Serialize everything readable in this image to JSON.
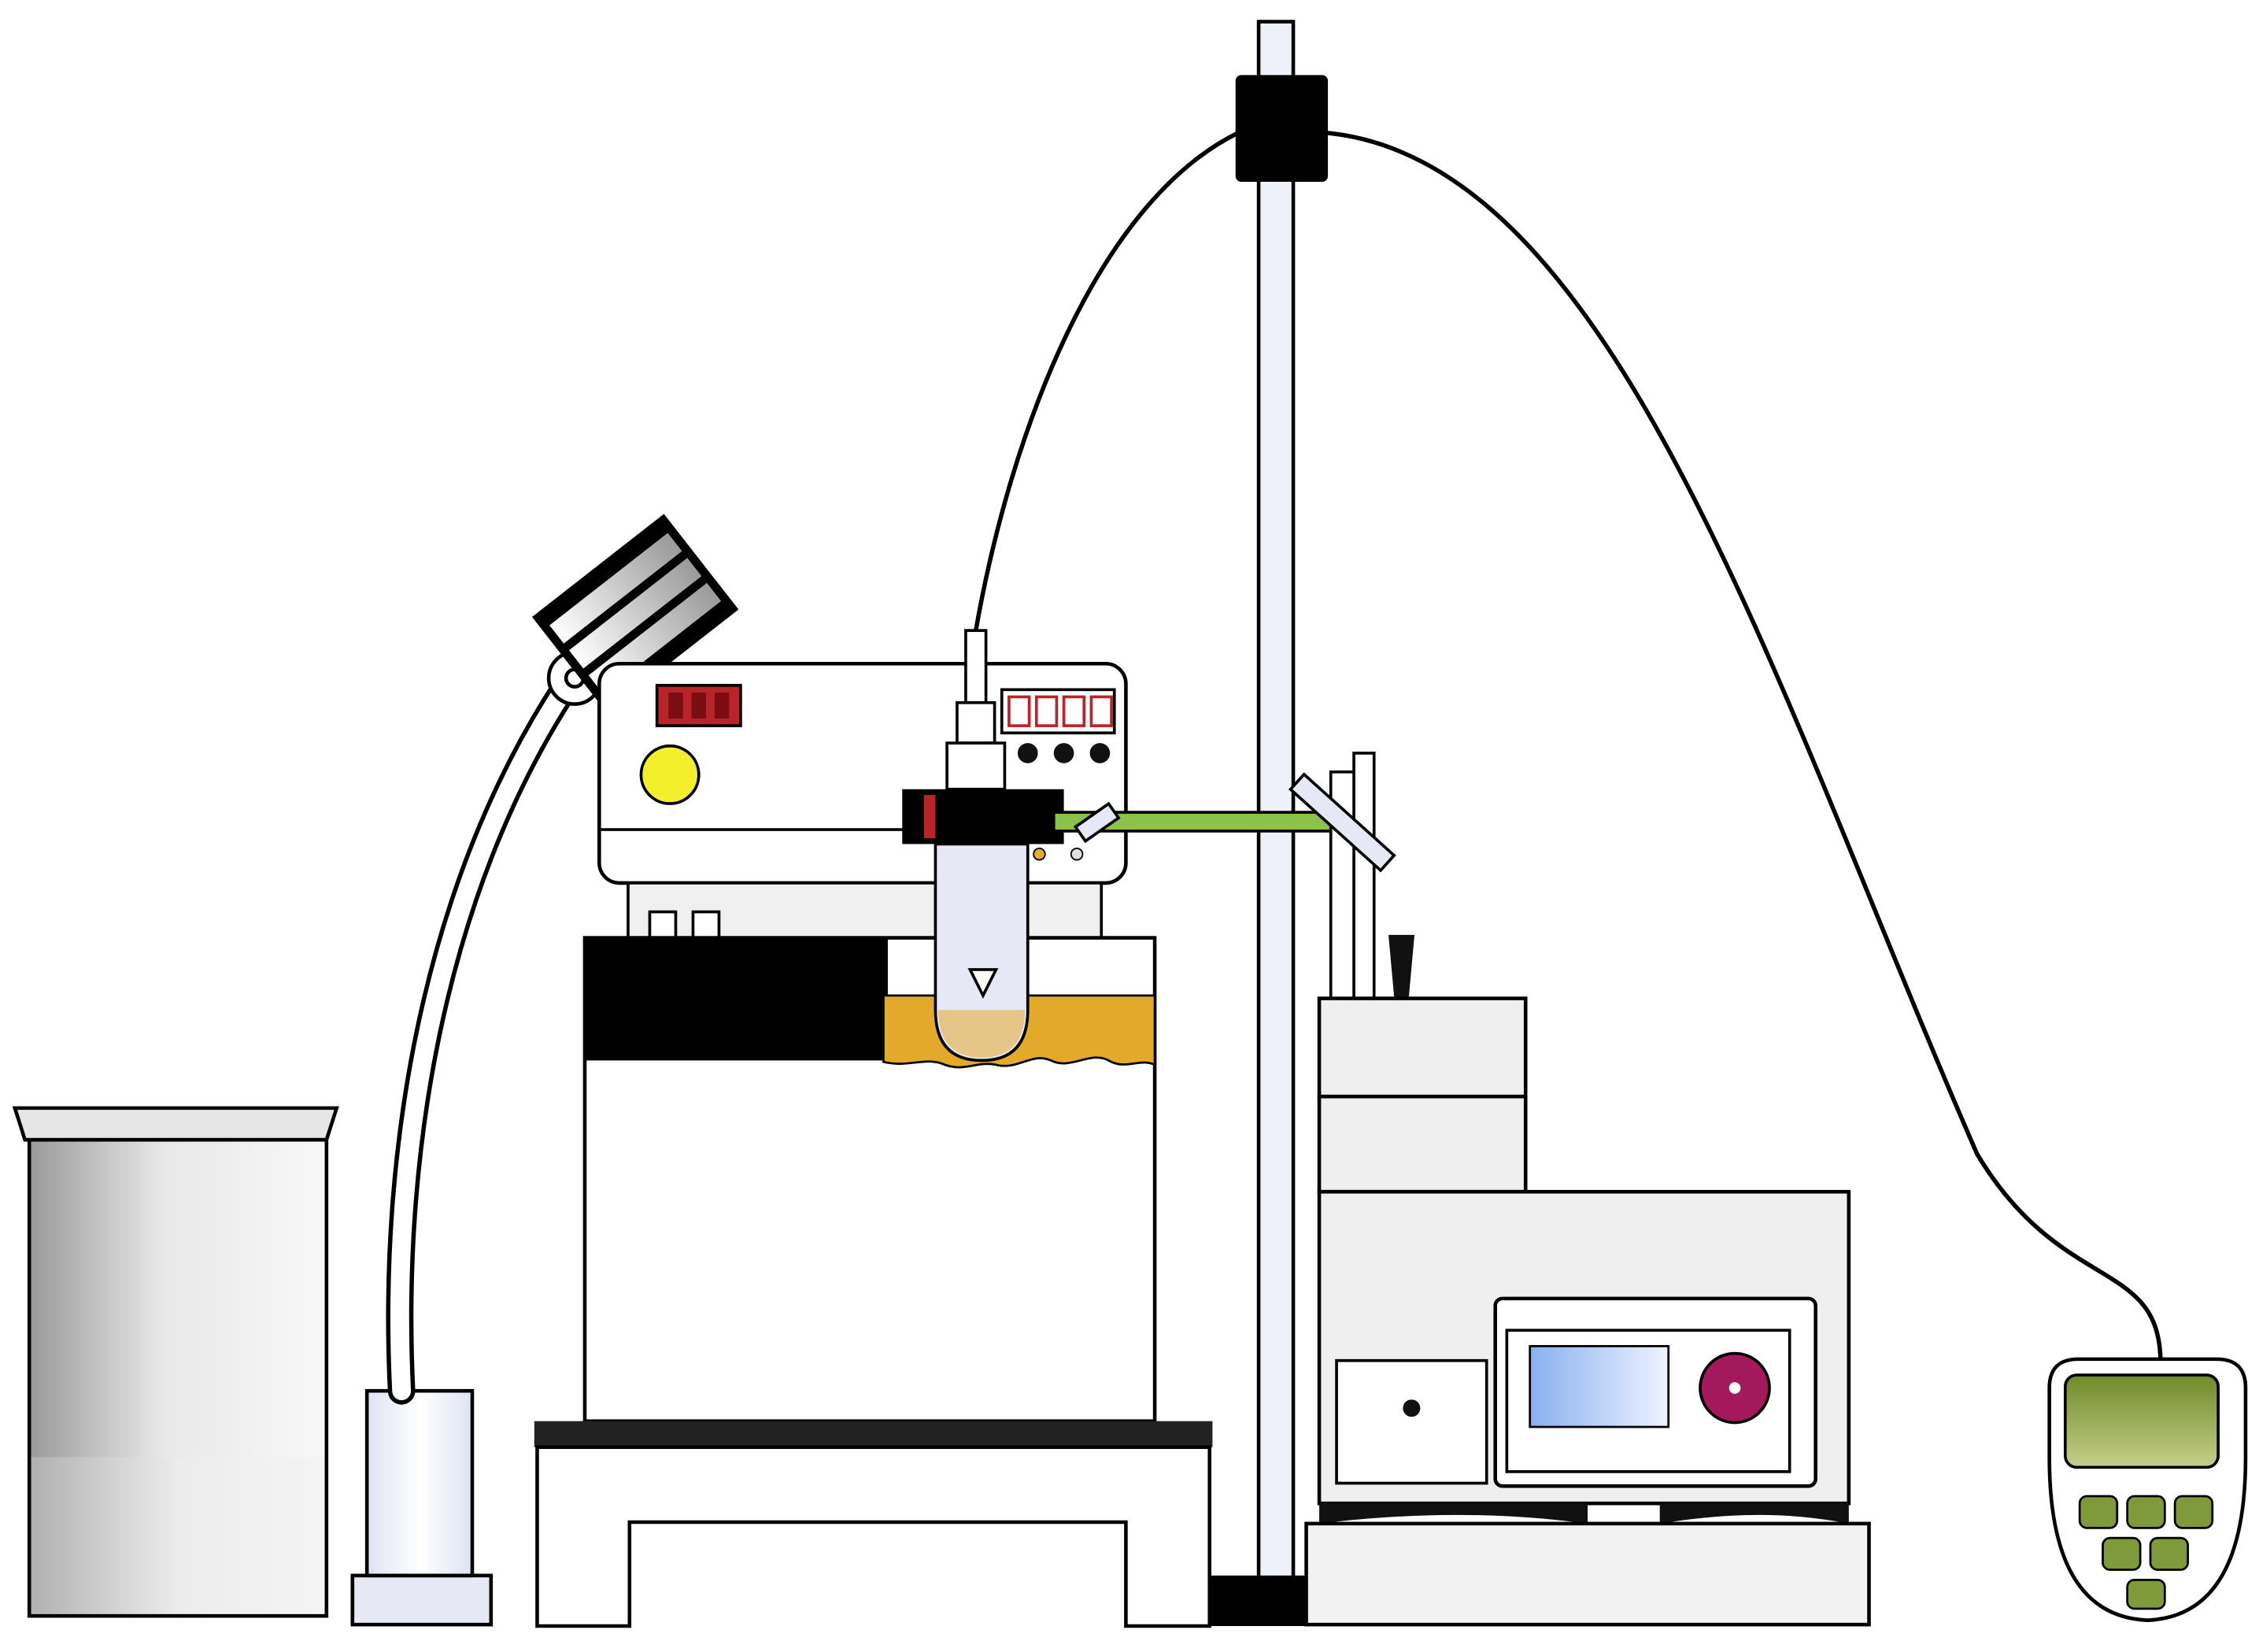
{
  "diagram": {
    "type": "laboratory-apparatus-illustration",
    "components": [
      {
        "id": "beaker",
        "icon": "beaker-icon"
      },
      {
        "id": "lamp",
        "icon": "lamp-icon"
      },
      {
        "id": "control-unit",
        "icon": "instrument-icon"
      },
      {
        "id": "reaction-vessel",
        "icon": "vial-icon"
      },
      {
        "id": "heating-bath",
        "icon": "bath-icon"
      },
      {
        "id": "support-stand",
        "icon": "stand-icon"
      },
      {
        "id": "clamp-arm",
        "icon": "clamp-icon"
      },
      {
        "id": "pump-unit",
        "icon": "pump-icon"
      },
      {
        "id": "handheld-meter",
        "icon": "meter-icon"
      }
    ],
    "colors": {
      "outline": "#000000",
      "bath_liquid": "#e3a92b",
      "indicator_yellow": "#f4ef2b",
      "display_red": "#b8242a",
      "clamp_green": "#8cc24a",
      "screen_blue": "#8ab0f0",
      "knob_magenta": "#a3195b",
      "meter_screen": "#8a9a3a",
      "meter_keys": "#7f9a3a",
      "panel_grey": "#efefef"
    }
  }
}
